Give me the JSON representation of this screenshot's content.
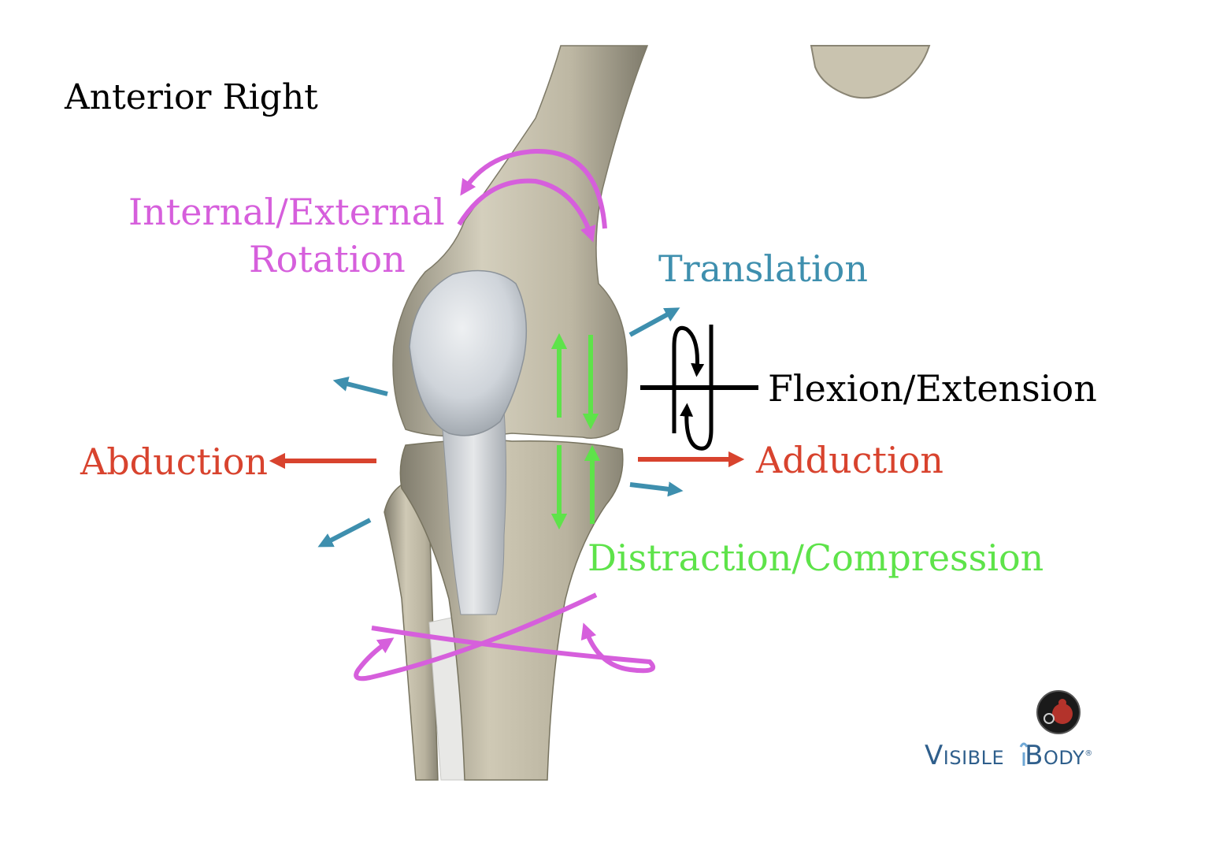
{
  "view_label": "Anterior Right",
  "motions": {
    "rotation": {
      "line1": "Internal/External",
      "line2": "Rotation",
      "color": "#d65fdc"
    },
    "translation": {
      "label": "Translation",
      "color": "#3e8fae"
    },
    "flexion": {
      "label": "Flexion/Extension",
      "color": "#000000"
    },
    "abduction": {
      "label": "Abduction",
      "color": "#d8432e"
    },
    "adduction": {
      "label": "Adduction",
      "color": "#d8432e"
    },
    "distraction": {
      "label": "Distraction/Compression",
      "color": "#5ee34a"
    }
  },
  "logo": {
    "word1_cap": "V",
    "word1_rest": "ISIBLE",
    "word2_cap": "B",
    "word2_rest": "ODY",
    "registered": "®",
    "color": "#2f5f8c"
  },
  "colors": {
    "bone": "#c8c2ad",
    "bone_shadow": "#8f8a78",
    "patella": "#d9dde2"
  }
}
